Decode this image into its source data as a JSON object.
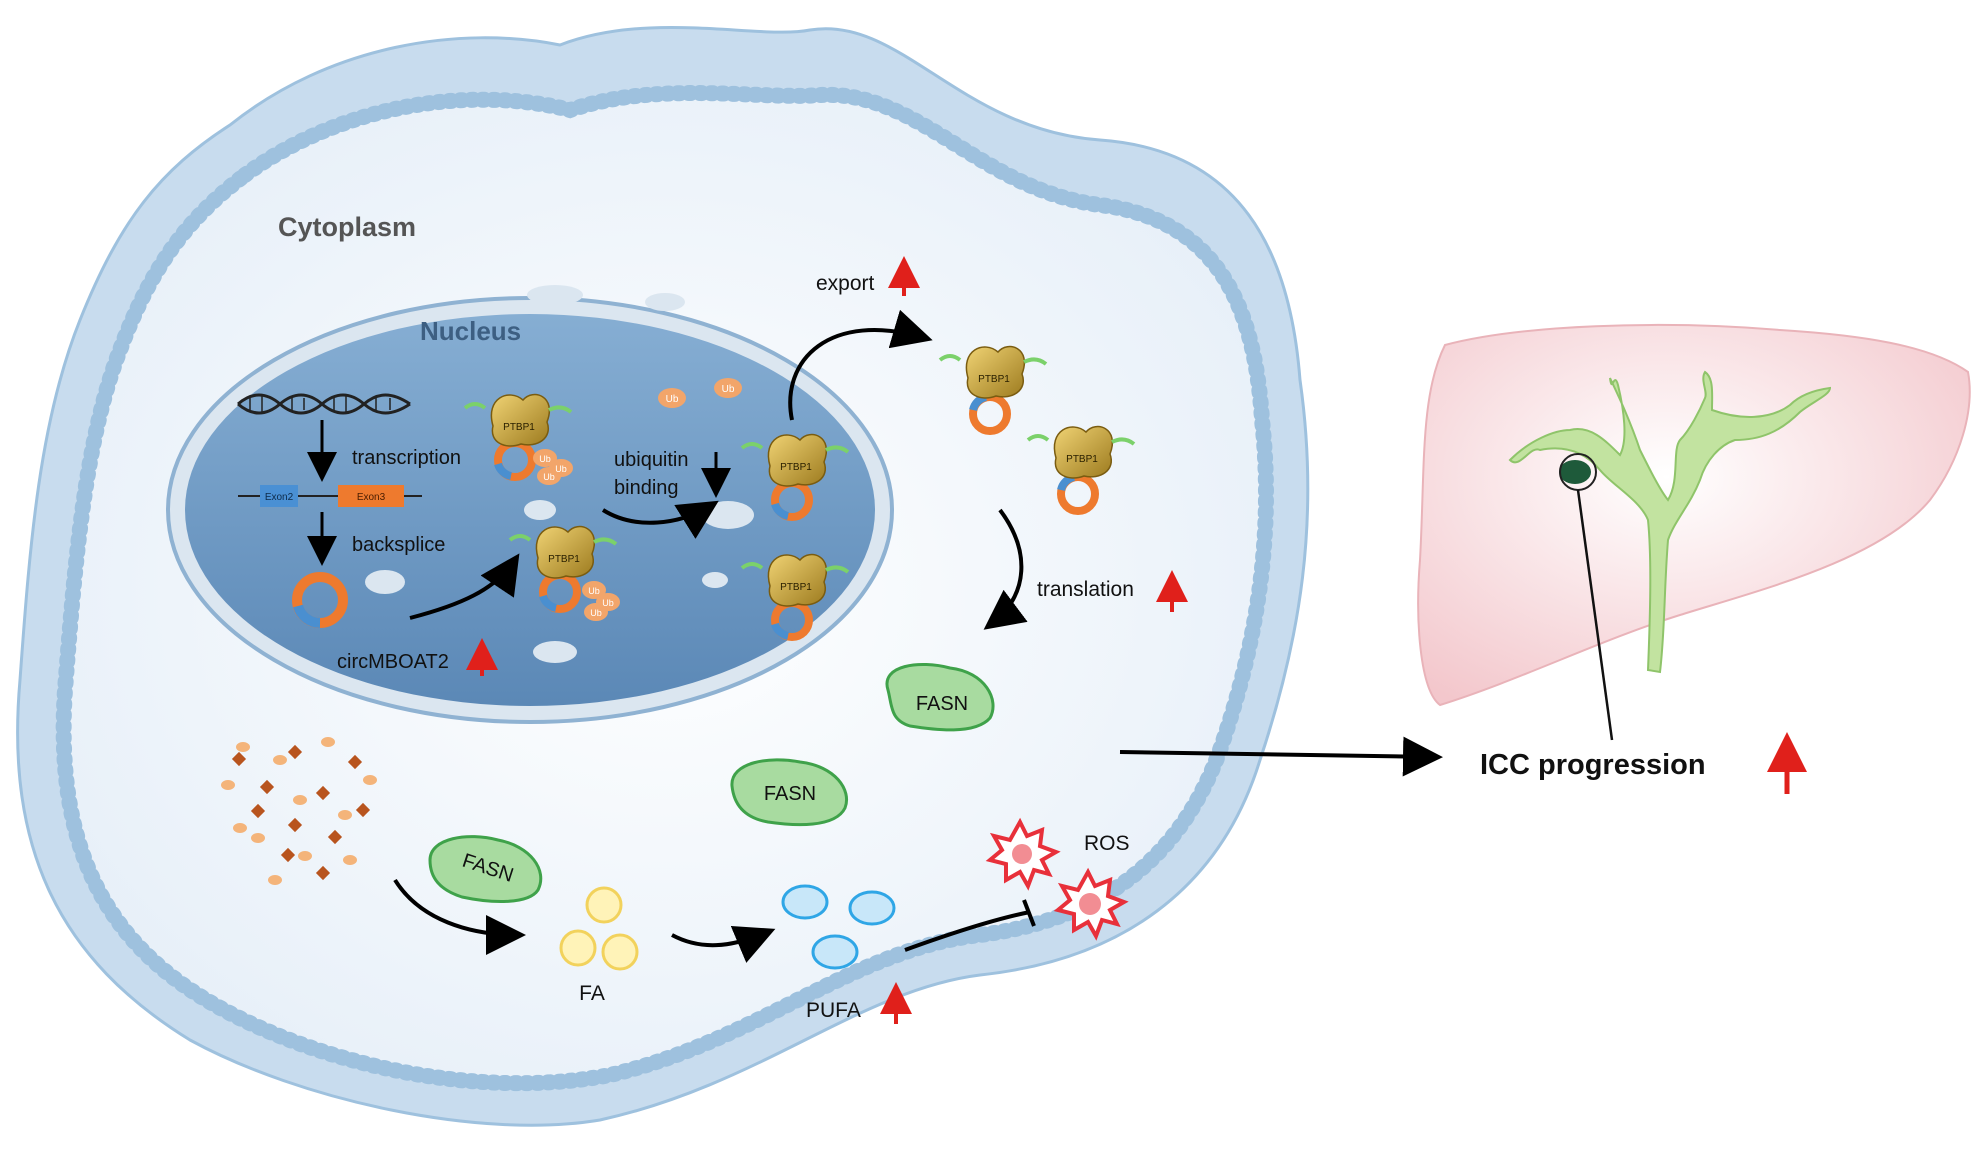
{
  "labels": {
    "cytoplasm": "Cytoplasm",
    "nucleus": "Nucleus",
    "transcription": "transcription",
    "backsplice": "backsplice",
    "circ": "circMBOAT2",
    "exon2": "Exon2",
    "exon3": "Exon3",
    "ubiquitin_line1": "ubiquitin",
    "ubiquitin_line2": "binding",
    "ub": "Ub",
    "ptbp1": "PTBP1",
    "export": "export",
    "translation": "translation",
    "fasn": "FASN",
    "fa": "FA",
    "pufa": "PUFA",
    "ros": "ROS",
    "icc": "ICC progression"
  },
  "colors": {
    "membrane": "#9ec1de",
    "cytoplasm": "#eef4fa",
    "nucleus": "#6f9bc6",
    "orange": "#ee7a2e",
    "blue_segment": "#4a8fd0",
    "fasn_fill": "#a8dba0",
    "fasn_stroke": "#3fa24a",
    "ptbp1": "#c9a23a",
    "up_arrow": "#e0201b",
    "ros": "#e8303a",
    "liver": "#f6d3d6",
    "bile_duct": "#b9dc8e"
  }
}
